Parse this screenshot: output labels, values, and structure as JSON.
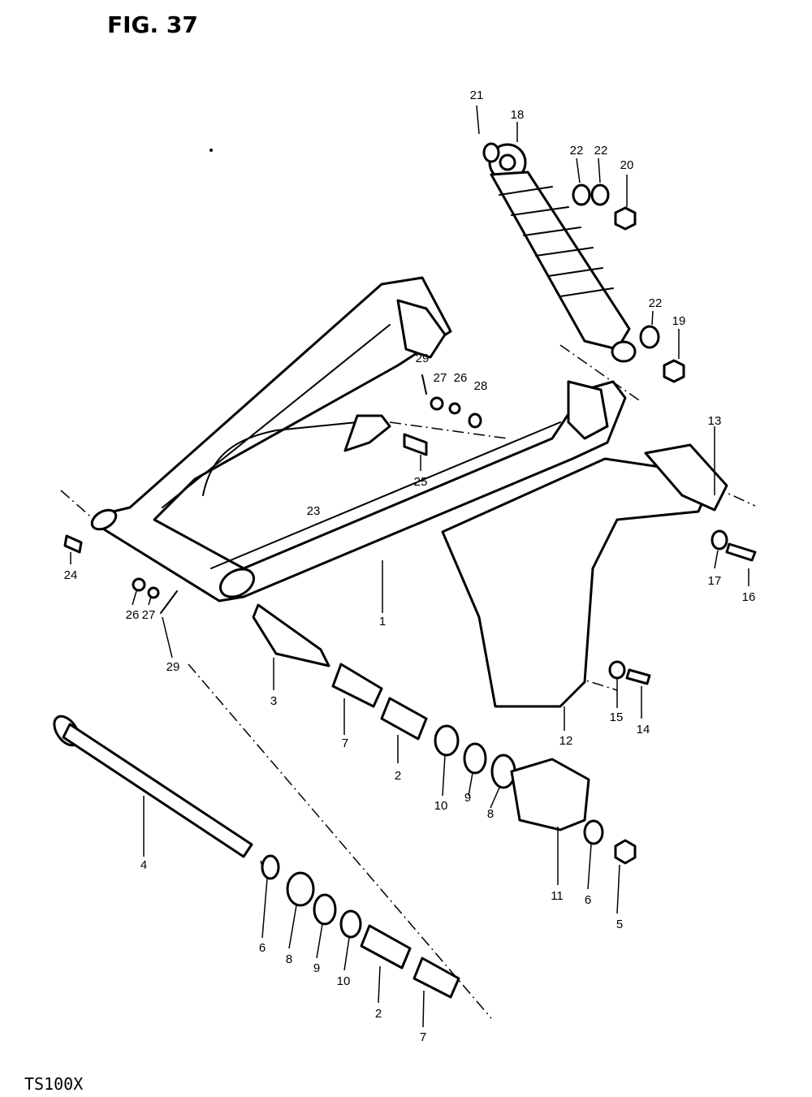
{
  "figure": {
    "title": "FIG. 37",
    "model": "TS100X"
  },
  "callouts": [
    "21",
    "18",
    "22",
    "22",
    "20",
    "22",
    "19",
    "29",
    "27",
    "26",
    "28",
    "13",
    "25",
    "23",
    "24",
    "26",
    "27",
    "29",
    "1",
    "17",
    "16",
    "3",
    "7",
    "2",
    "10",
    "9",
    "8",
    "15",
    "14",
    "12",
    "4",
    "11",
    "6",
    "5",
    "6",
    "8",
    "9",
    "10",
    "2",
    "7"
  ]
}
